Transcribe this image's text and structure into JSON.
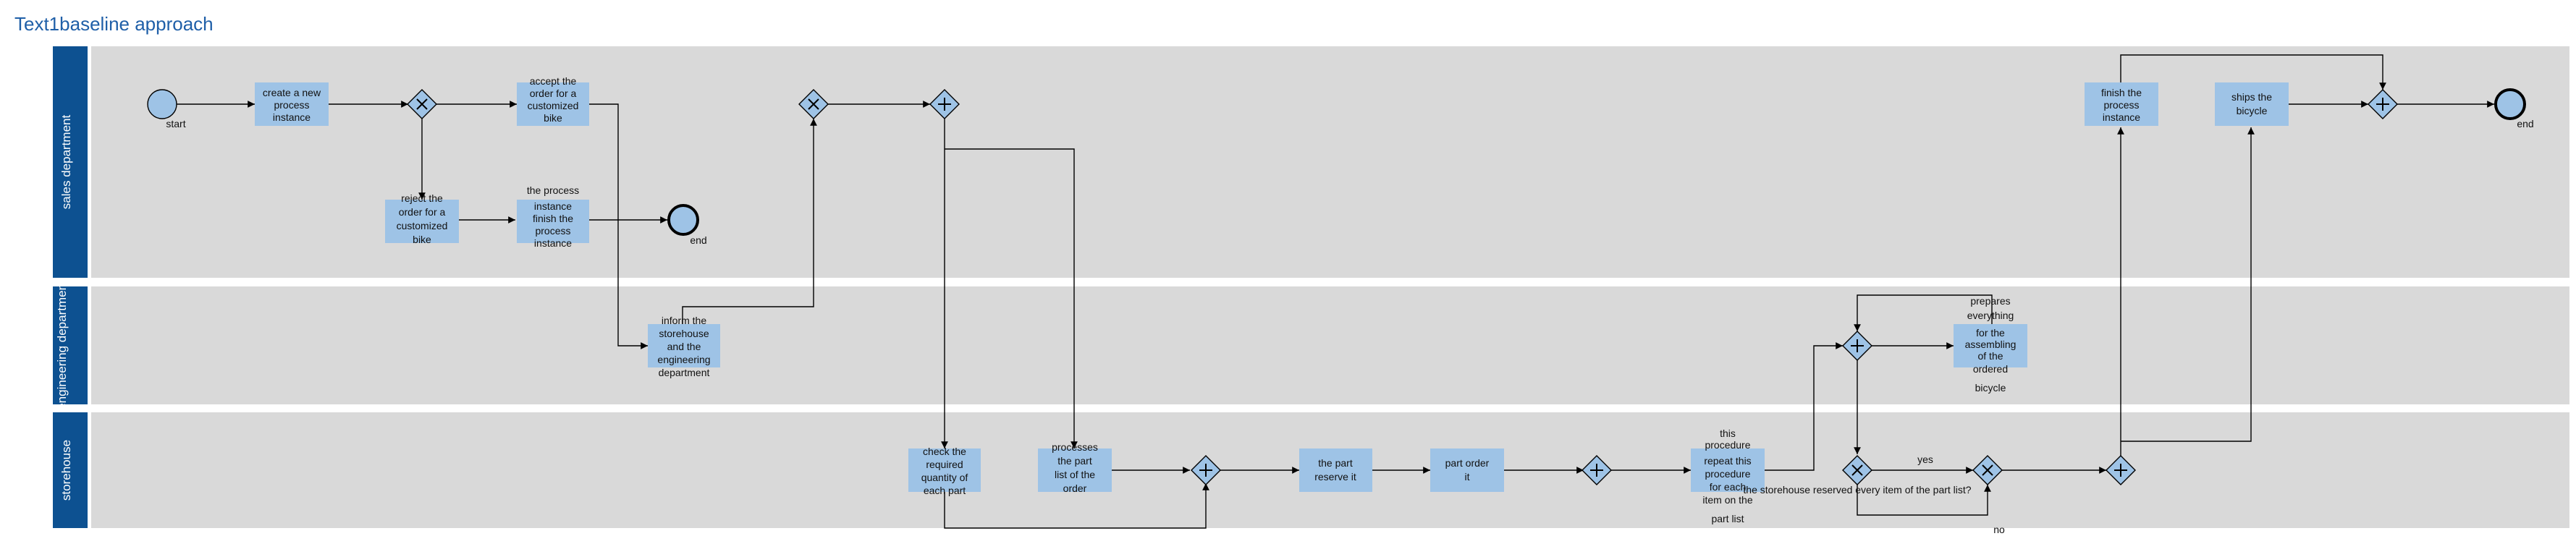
{
  "title": "Text1baseline approach",
  "colors": {
    "lane_header": "#0d5191",
    "lane_body": "#d9d9d9",
    "task_fill": "#9ec3e6",
    "event_fill": "#9ec3e6",
    "gateway_fill": "#9ec3e6",
    "line": "#000000"
  },
  "lanes": [
    {
      "id": "sales",
      "label": "sales department"
    },
    {
      "id": "engineering",
      "label": "engineering department"
    },
    {
      "id": "storehouse",
      "label": "storehouse"
    }
  ],
  "events": {
    "start": "start",
    "end1": "end",
    "end2": "end"
  },
  "tasks": {
    "t1": [
      "create a new",
      "process",
      "instance"
    ],
    "t2": [
      "accept the",
      "order for a",
      "customized",
      "bike"
    ],
    "t3": [
      "reject the",
      "order for a",
      "customized",
      "bike"
    ],
    "t4": [
      "the process",
      "instance",
      "finish the",
      "process",
      "instance"
    ],
    "t5": [
      "inform the",
      "storehouse",
      "and the",
      "engineering",
      "department"
    ],
    "t6": [
      "check the",
      "required",
      "quantity of",
      "each part"
    ],
    "t7": [
      "processes",
      "the part",
      "list of the",
      "order"
    ],
    "t8": [
      "the part",
      "reserve it"
    ],
    "t9": [
      "part order",
      "it"
    ],
    "t10": [
      "this",
      "procedure",
      "repeat this",
      "procedure",
      "for each",
      "item on the",
      "part list"
    ],
    "t11": [
      "prepares",
      "everything",
      "for the",
      "assembling",
      "of the",
      "ordered",
      "bicycle"
    ],
    "t12": [
      "finish the",
      "process",
      "instance"
    ],
    "t13": [
      "ships the",
      "bicycle"
    ]
  },
  "flow_labels": {
    "question": "the storehouse reserved every item of the part list?",
    "yes": "yes",
    "no": "no"
  }
}
